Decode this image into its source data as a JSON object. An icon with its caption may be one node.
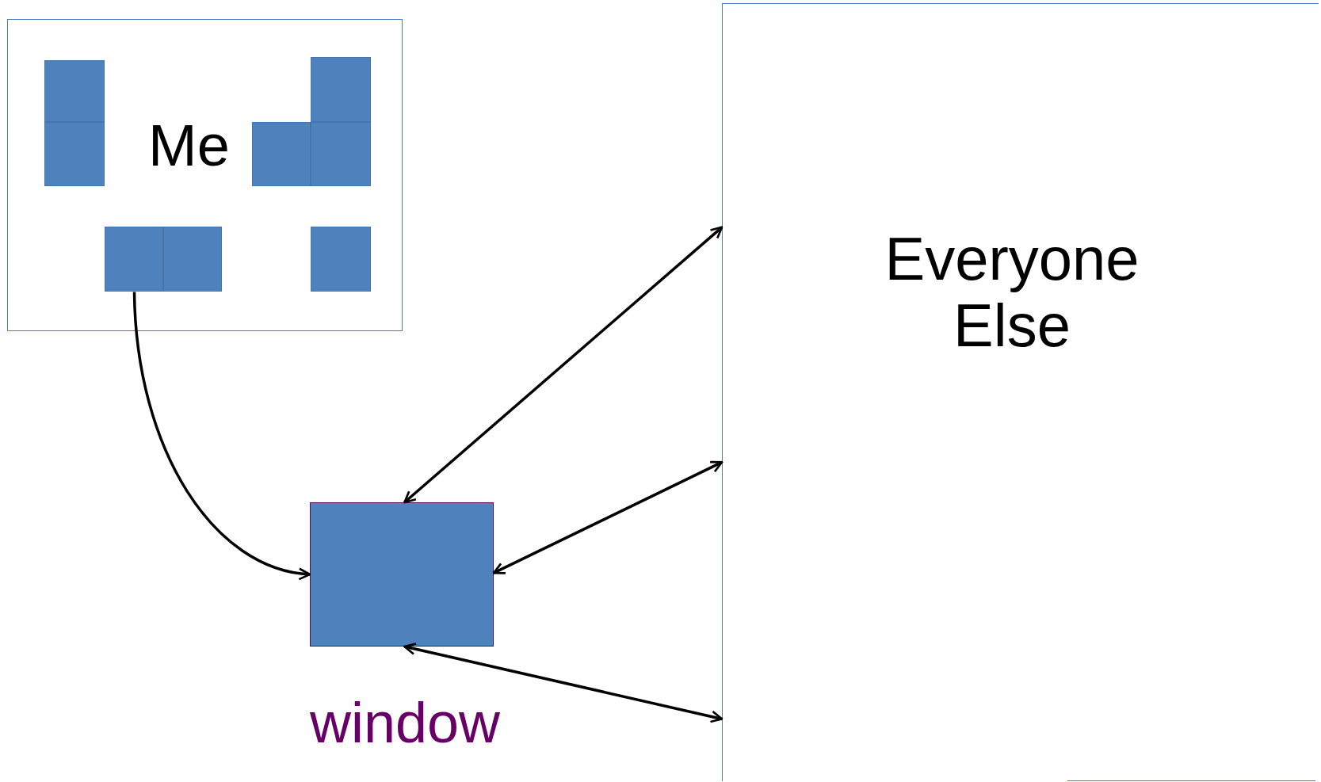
{
  "diagram": {
    "nodes": [
      {
        "text": [
          "Me"
        ]
      },
      {
        "text": [],
        "shape": "box",
        "in": 0
      },
      {
        "text": [],
        "shape": "box",
        "in": 0
      },
      {
        "text": [],
        "shape": "box",
        "in": 0
      },
      {
        "text": [],
        "shape": "box",
        "in": 0
      },
      {
        "text": [],
        "shape": "box",
        "in": 0
      },
      {
        "text": [],
        "shape": "box",
        "in": 0
      },
      {
        "text": [],
        "shape": "box",
        "in": 0
      },
      {
        "text": [],
        "shape": "box",
        "in": 0
      },
      {
        "text": [],
        "shape": "box",
        "beside": [
          "window"
        ]
      },
      {
        "text": [
          "Everyone Else"
        ]
      }
    ],
    "edges": [
      {
        "from": 6,
        "to": 9,
        "arrow": "to"
      },
      {
        "from": 9,
        "to": 10,
        "arrow": "both"
      },
      {
        "from": 9,
        "to": 10,
        "arrow": "both"
      },
      {
        "from": 9,
        "to": 10,
        "arrow": "both"
      }
    ]
  }
}
